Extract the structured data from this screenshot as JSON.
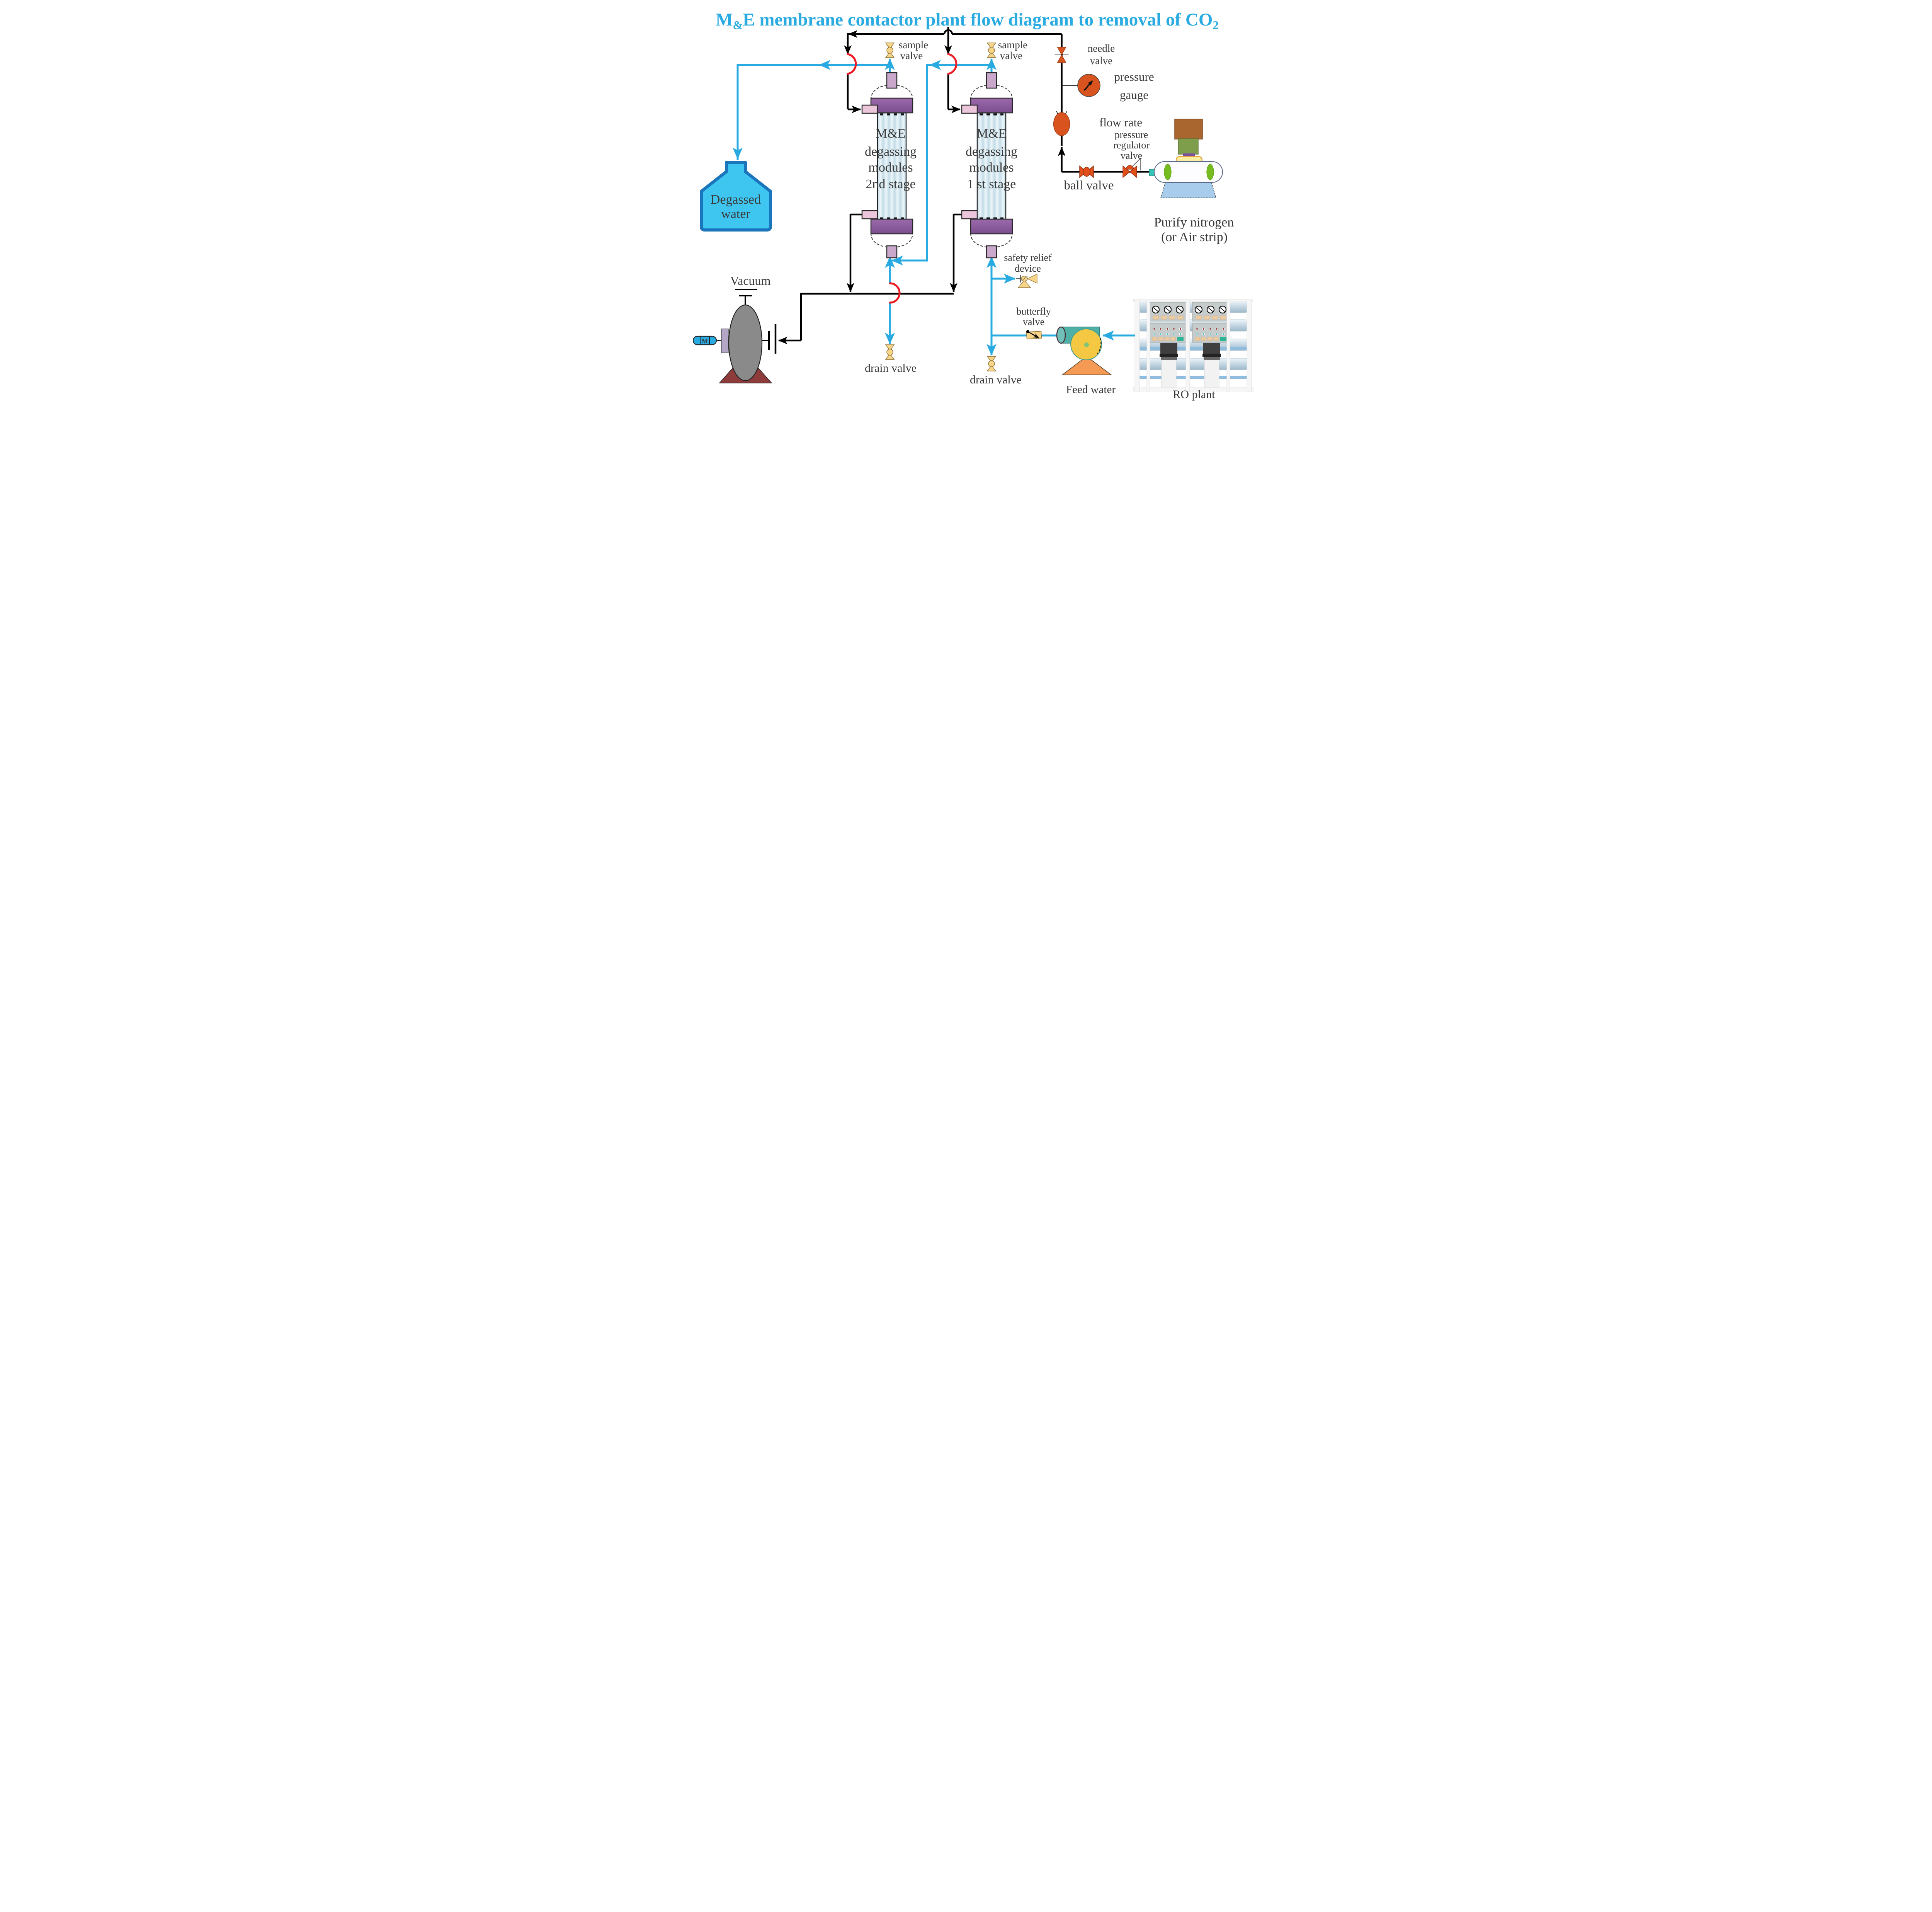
{
  "title": {
    "prefix": "M",
    "sub1": "&",
    "main": "E membrane contactor plant flow diagram to removal of CO",
    "sub2": "2"
  },
  "columns": {
    "stage2": {
      "lines": [
        "M&E",
        "degassing",
        "modules",
        "2nd stage"
      ]
    },
    "stage1": {
      "lines": [
        "M&E",
        "degassing",
        "modules",
        "1 st stage"
      ]
    }
  },
  "tank": {
    "lines": [
      "Degassed",
      "water"
    ]
  },
  "vacuum": {
    "label": "Vacuum",
    "motor": "M"
  },
  "valves": {
    "sample_left": [
      "sample",
      "valve"
    ],
    "sample_right": [
      "sample",
      "valve"
    ],
    "needle": [
      "needle",
      "valve"
    ],
    "ball": "ball valve",
    "regulator": [
      "pressure",
      "regulator",
      "valve"
    ],
    "safety": [
      "safety relief",
      "device"
    ],
    "butterfly": [
      "butterfly",
      "valve"
    ],
    "drain_left": "drain valve",
    "drain_right": "drain valve"
  },
  "instruments": {
    "pressure_gauge": [
      "pressure",
      "gauge"
    ],
    "flow_rate": "flow rate"
  },
  "nitrogen": {
    "lines": [
      "Purify  nitrogen",
      "(or Air strip)"
    ]
  },
  "feed": {
    "label": "Feed water"
  },
  "ro": {
    "label": "RO plant"
  },
  "colors": {
    "title": "#29ABE2",
    "water_line": "#29ABE2",
    "gas_line": "#000000",
    "crossing_arc": "#ED1C24",
    "metal_valve": "#D9531E",
    "manual_valve": "#F6D588",
    "tank_fill": "#3EC6F0",
    "tank_border": "#1B75BC",
    "column_band": "#8E5A9E"
  }
}
